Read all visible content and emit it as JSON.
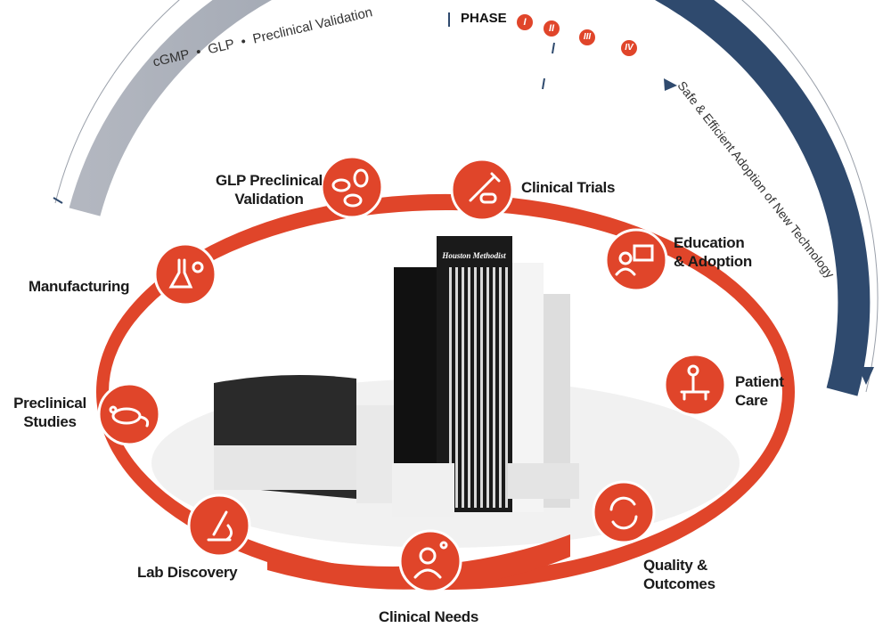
{
  "arc": {
    "title": "Translation",
    "left_caption": "cGMP  •  GLP  •  Preclinical Validation",
    "phase_label": "PHASE",
    "phases": [
      "I",
      "II",
      "III",
      "IV"
    ],
    "right_caption": "Safe & Efficient Adoption of New Technology"
  },
  "cycle": [
    {
      "line1": "GLP Preclinical",
      "line2": "Validation",
      "icon": "lab-mice-icon"
    },
    {
      "line1": "Clinical Trials",
      "line2": "",
      "icon": "syringe-pill-icon"
    },
    {
      "line1": "Education",
      "line2": "& Adoption",
      "icon": "presenter-icon"
    },
    {
      "line1": "Patient",
      "line2": "Care",
      "icon": "patient-care-icon"
    },
    {
      "line1": "Quality &",
      "line2": "Outcomes",
      "icon": "cycle-arrows-icon"
    },
    {
      "line1": "Clinical Needs",
      "line2": "",
      "icon": "doctor-idea-icon"
    },
    {
      "line1": "Lab Discovery",
      "line2": "",
      "icon": "microscope-icon"
    },
    {
      "line1": "Preclinical",
      "line2": "Studies",
      "icon": "rat-icon"
    },
    {
      "line1": "Manufacturing",
      "line2": "",
      "icon": "flask-icon"
    }
  ],
  "building_sign": "Houston Methodist",
  "colors": {
    "accent": "#e0452a",
    "navy": "#2f4a6e",
    "gray": "#a9aeb9"
  }
}
